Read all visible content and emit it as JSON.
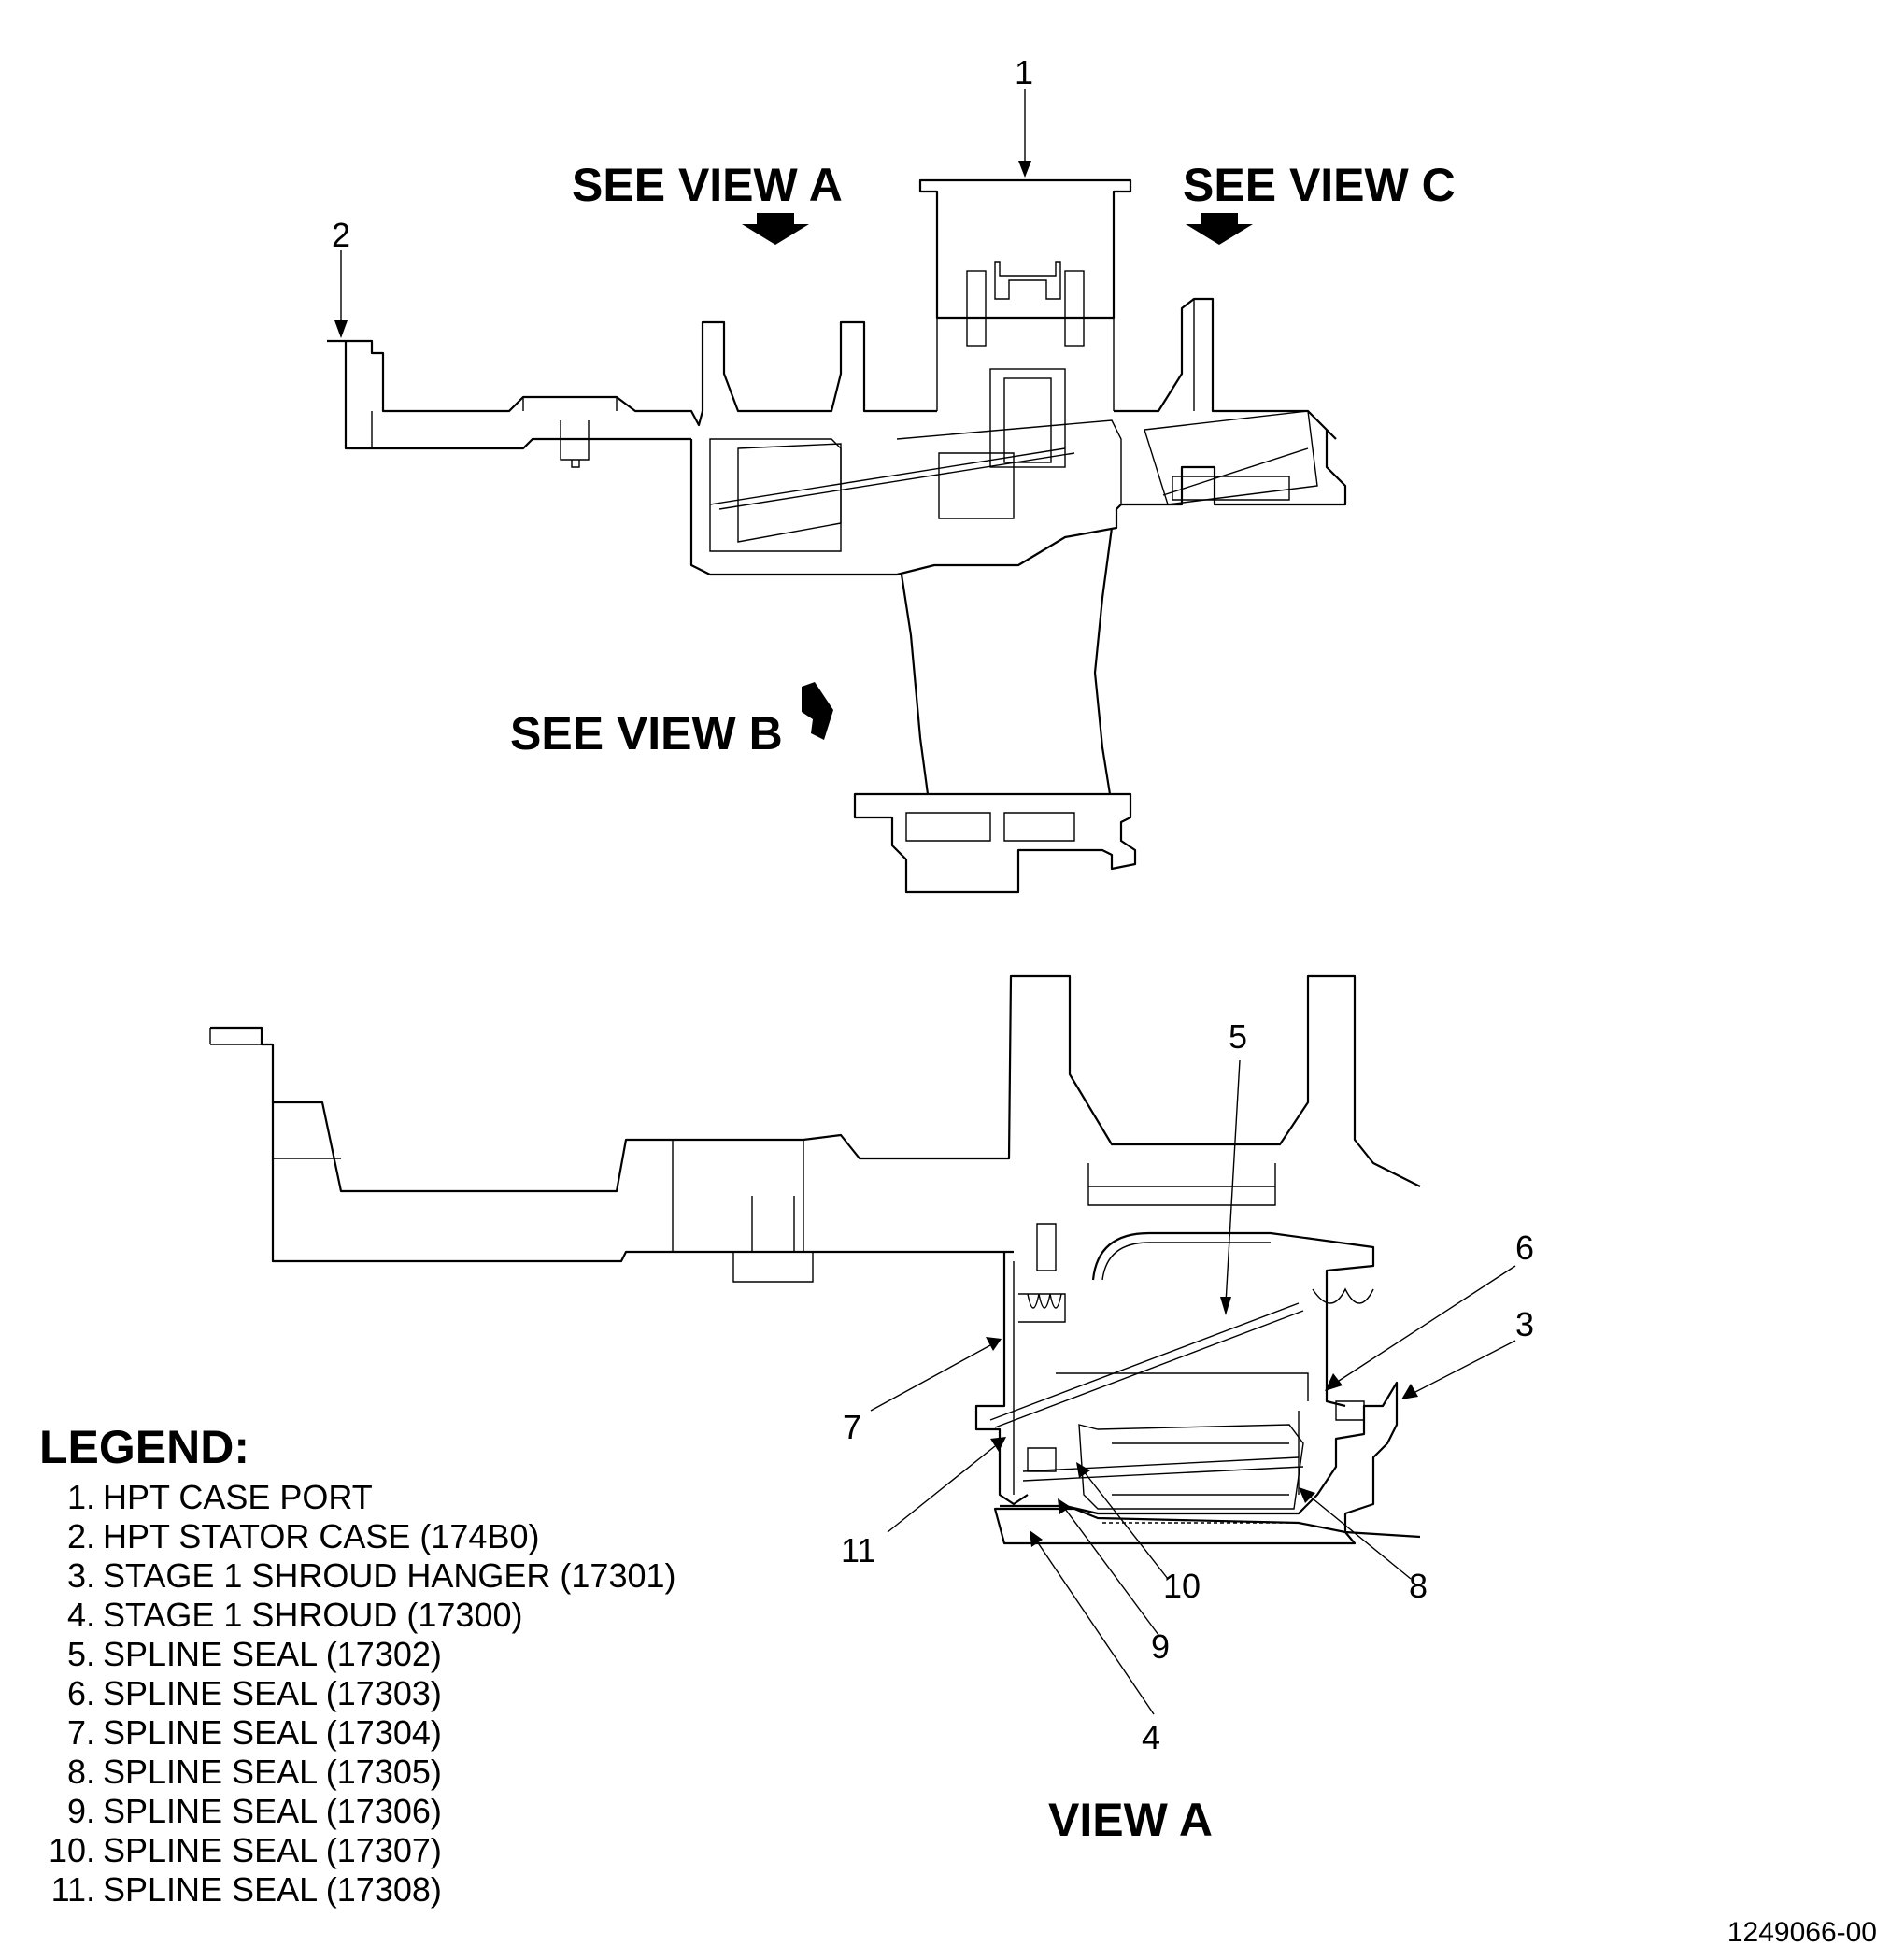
{
  "views": {
    "see_view_a": "SEE VIEW A",
    "see_view_b": "SEE VIEW B",
    "see_view_c": "SEE VIEW C",
    "view_a": "VIEW A"
  },
  "callouts": [
    "1",
    "2",
    "3",
    "4",
    "5",
    "6",
    "7",
    "8",
    "9",
    "10",
    "11"
  ],
  "legend": {
    "title": "LEGEND:",
    "items": [
      {
        "num": "1.",
        "text": "HPT CASE PORT"
      },
      {
        "num": "2.",
        "text": "HPT STATOR CASE (174B0)"
      },
      {
        "num": "3.",
        "text": "STAGE 1 SHROUD HANGER (17301)"
      },
      {
        "num": "4.",
        "text": "STAGE 1 SHROUD (17300)"
      },
      {
        "num": "5.",
        "text": "SPLINE SEAL (17302)"
      },
      {
        "num": "6.",
        "text": "SPLINE SEAL (17303)"
      },
      {
        "num": "7.",
        "text": "SPLINE SEAL (17304)"
      },
      {
        "num": "8.",
        "text": "SPLINE SEAL (17305)"
      },
      {
        "num": "9.",
        "text": "SPLINE SEAL (17306)"
      },
      {
        "num": "10.",
        "text": "SPLINE SEAL (17307)"
      },
      {
        "num": "11.",
        "text": "SPLINE SEAL (17308)"
      }
    ]
  },
  "figure_number": "1249066-00"
}
